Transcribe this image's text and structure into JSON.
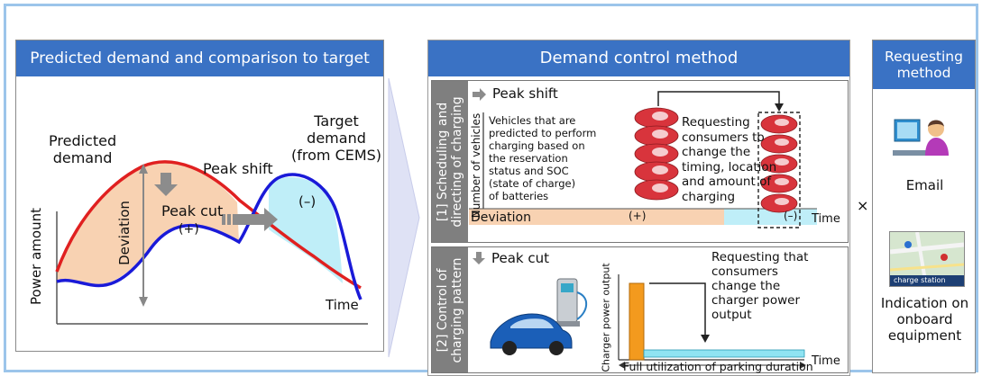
{
  "left_panel": {
    "title": "Predicted demand and comparison to target",
    "predicted_demand": "Predicted\ndemand",
    "target_demand": "Target\ndemand\n(from CEMS)",
    "peak_shift": "Peak shift",
    "peak_cut": "Peak cut",
    "plus": "(+)",
    "minus": "(–)",
    "deviation": "Deviation",
    "y_axis": "Power amount",
    "x_axis": "Time"
  },
  "middle_panel": {
    "title": "Demand control method",
    "section1": {
      "label": "[1] Scheduling and directing of charging",
      "heading": "Peak shift",
      "y_axis": "Number of vehicles",
      "vehicles_text": "Vehicles that are\npredicted to perform\ncharging based on\nthe reservation\nstatus and SOC\n(state of charge)\nof batteries",
      "request_text": "Requesting\nconsumers to\nchange the\ntiming, location\nand amount of\ncharging",
      "deviation": "Deviation",
      "plus": "(+)",
      "minus": "(–)",
      "time": "Time"
    },
    "section2": {
      "label": "[2] Control of charging pattern",
      "heading": "Peak cut",
      "y_axis": "Charger power output",
      "request_text": "Requesting that\nconsumers\nchange the\ncharger power\noutput",
      "x_axis": "Full utilization of parking duration",
      "time": "Time"
    }
  },
  "multiply": "×",
  "right_panel": {
    "title": "Requesting\nmethod",
    "email": "Email",
    "onboard": "Indication on\nonboard\nequipment",
    "map_label": "charge station"
  },
  "colors": {
    "header_blue": "#3a72c4",
    "frame_blue": "#9cc5ea",
    "predicted_red": "#e02020",
    "target_blue": "#1a1ad8",
    "deviation_fill": "#f8d2b2",
    "surplus_fill": "#bfeef8",
    "charger_orange": "#f39a1e",
    "sidebar_gray": "#7f7f7f"
  }
}
